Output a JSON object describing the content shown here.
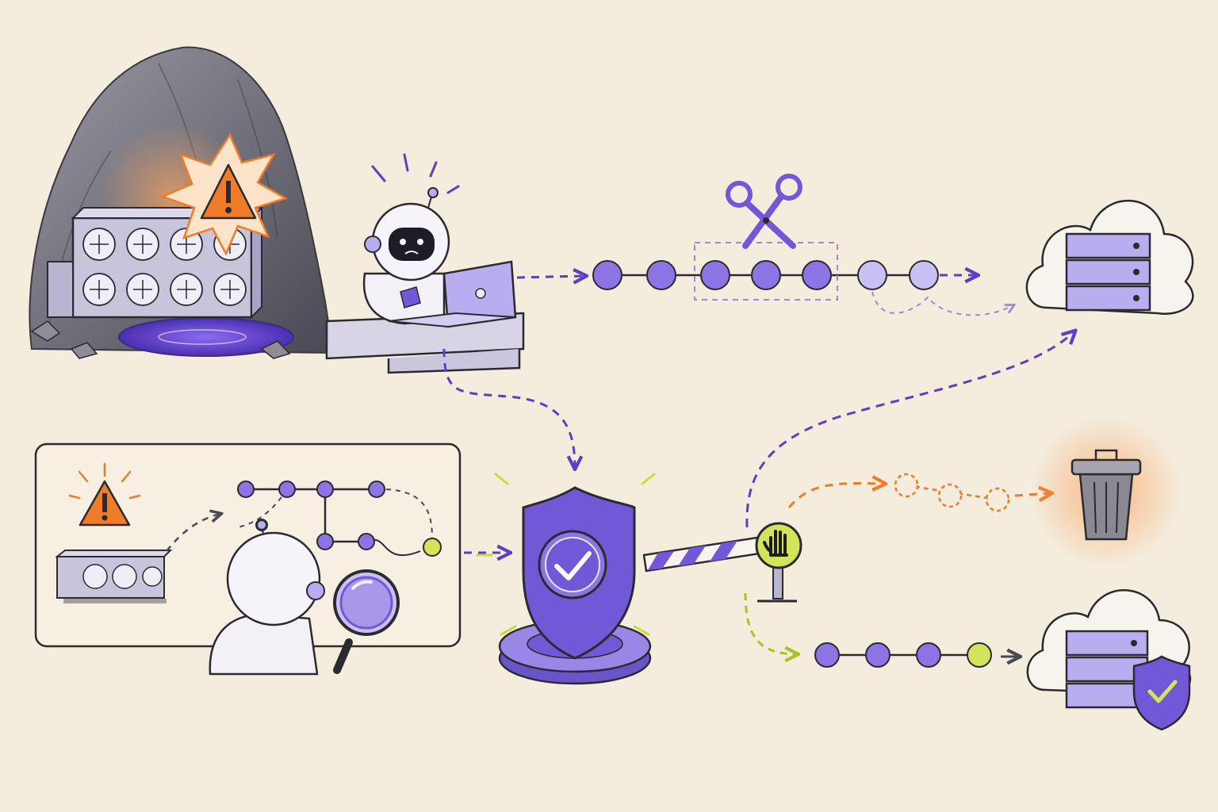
{
  "colors": {
    "background": "#f4ecdd",
    "ink": "#2a2a30",
    "purple": "#7257d6",
    "purple_light": "#b9acef",
    "purple_pale": "#dcd5f6",
    "lime": "#c6dc3c",
    "orange": "#f07c2a",
    "gray": "#6e6c74"
  },
  "icons": [
    "warning-icon",
    "robot-icon",
    "laptop-icon",
    "scissors-icon",
    "cloud-server-icon",
    "magnifier-icon",
    "shield-check-icon",
    "stop-hand-icon",
    "trash-can-icon",
    "server-rack-icon"
  ],
  "flows": {
    "top_chain_nodes": 7,
    "top_chain_cut_nodes": 3,
    "bottom_rejected_nodes": 3,
    "bottom_accepted_nodes": 4,
    "inset_graph_nodes": 8
  }
}
